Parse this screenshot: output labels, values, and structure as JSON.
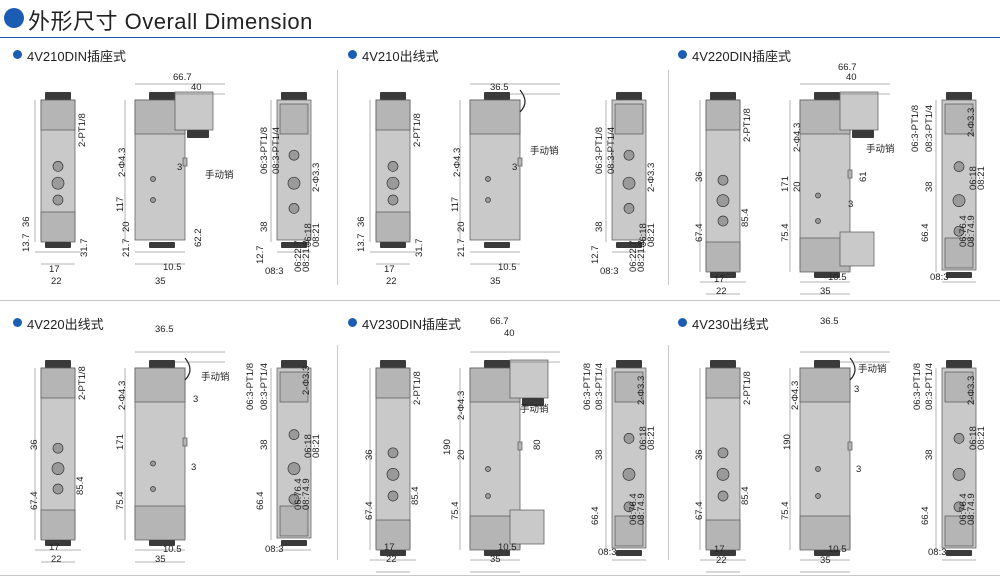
{
  "header": {
    "title": "外形尺寸 Overall Dimension"
  },
  "colors": {
    "accent": "#1c5db4",
    "valve_body": "#c9c9c9",
    "knurl": "#3a3a3a"
  },
  "panels": [
    {
      "title": "4V210DIN插座式",
      "dims": [
        "66.7",
        "40",
        "117",
        "2-Φ4.3",
        "3",
        "手动销",
        "36",
        "20",
        "21.7",
        "62.2",
        "13.7",
        "31.7",
        "17",
        "22",
        "10.5",
        "35",
        "2-PT1/8",
        "06:3-PT1/8",
        "08:3-PT1/4",
        "2-Φ3.3",
        "38",
        "12.7",
        "06:22.7",
        "08:21.2",
        "06:18",
        "08:21",
        "08:3"
      ]
    },
    {
      "title": "4V210出线式",
      "dims": [
        "36.5",
        "117",
        "2-Φ4.3",
        "3",
        "手动销",
        "36",
        "20",
        "21.7",
        "13.7",
        "31.7",
        "17",
        "22",
        "10.5",
        "35",
        "2-PT1/8",
        "06:3-PT1/8",
        "08:3-PT1/4",
        "2-Φ3.3",
        "38",
        "12.7",
        "06:22.7",
        "08:21.2",
        "06:18",
        "08:21",
        "08:3"
      ]
    },
    {
      "title": "4V220DIN插座式",
      "dims": [
        "66.7",
        "40",
        "171",
        "2-Φ4.3",
        "61",
        "手动销",
        "36",
        "20",
        "3",
        "67.4",
        "75.4",
        "85.4",
        "17",
        "22",
        "10.5",
        "35",
        "2-PT1/8",
        "06:3-PT1/8",
        "08:3-PT1/4",
        "2-Φ3.3",
        "38",
        "66.4",
        "06:76.4",
        "08:74.9",
        "06:18",
        "08:21",
        "08:3"
      ]
    },
    {
      "title": "4V220出线式",
      "dims": [
        "36.5",
        "171",
        "2-Φ4.3",
        "手动销",
        "3",
        "36",
        "3",
        "67.4",
        "75.4",
        "85.4",
        "17",
        "22",
        "10.5",
        "35",
        "2-PT1/8",
        "06:3-PT1/8",
        "08:3-PT1/4",
        "2-Φ3.3",
        "38",
        "66.4",
        "06:76.4",
        "08:74.9",
        "06:18",
        "08:21",
        "08:3"
      ]
    },
    {
      "title": "4V230DIN插座式",
      "dims": [
        "66.7",
        "40",
        "190",
        "2-Φ4.3",
        "手动销",
        "80",
        "36",
        "20",
        "67.4",
        "75.4",
        "85.4",
        "17",
        "22",
        "10.5",
        "35",
        "2-PT1/8",
        "06:3-PT1/8",
        "08:3-PT1/4",
        "2-Φ3.3",
        "38",
        "66.4",
        "06:76.4",
        "08:74.9",
        "06:18",
        "08:21",
        "08:3"
      ]
    },
    {
      "title": "4V230出线式",
      "dims": [
        "36.5",
        "190",
        "2-Φ4.3",
        "手动销",
        "3",
        "36",
        "3",
        "67.4",
        "75.4",
        "85.4",
        "17",
        "22",
        "10.5",
        "35",
        "2-PT1/8",
        "06:3-PT1/8",
        "08:3-PT1/4",
        "2-Φ3.3",
        "38",
        "66.4",
        "06:76.4",
        "08:74.9",
        "06:18",
        "08:21",
        "08:3"
      ]
    }
  ]
}
